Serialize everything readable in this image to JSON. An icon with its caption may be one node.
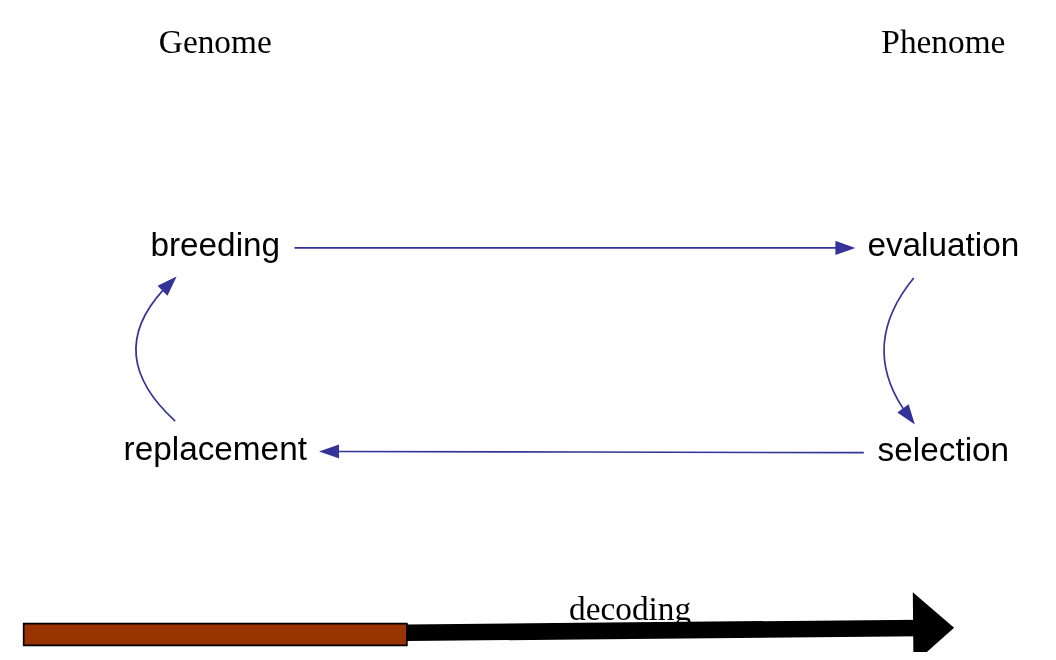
{
  "diagram": {
    "nodes": [
      {
        "text": [
          "breeding"
        ]
      },
      {
        "text": [
          "evaluation"
        ]
      },
      {
        "text": [
          "selection"
        ]
      },
      {
        "text": [
          "replacement"
        ]
      },
      {
        "text": [],
        "shape": "bar"
      }
    ],
    "edges": [
      {
        "from": 0,
        "to": 1,
        "arrow": "to"
      },
      {
        "from": 1,
        "to": 2,
        "arrow": "to"
      },
      {
        "from": 2,
        "to": 3,
        "arrow": "to"
      },
      {
        "from": 3,
        "to": 0,
        "arrow": "to"
      },
      {
        "from": 4,
        "to": null,
        "arrow": "to",
        "label": "decoding",
        "style": "thick",
        "color": "#000000"
      }
    ],
    "labels": [
      "Genome",
      "Phenome"
    ]
  }
}
